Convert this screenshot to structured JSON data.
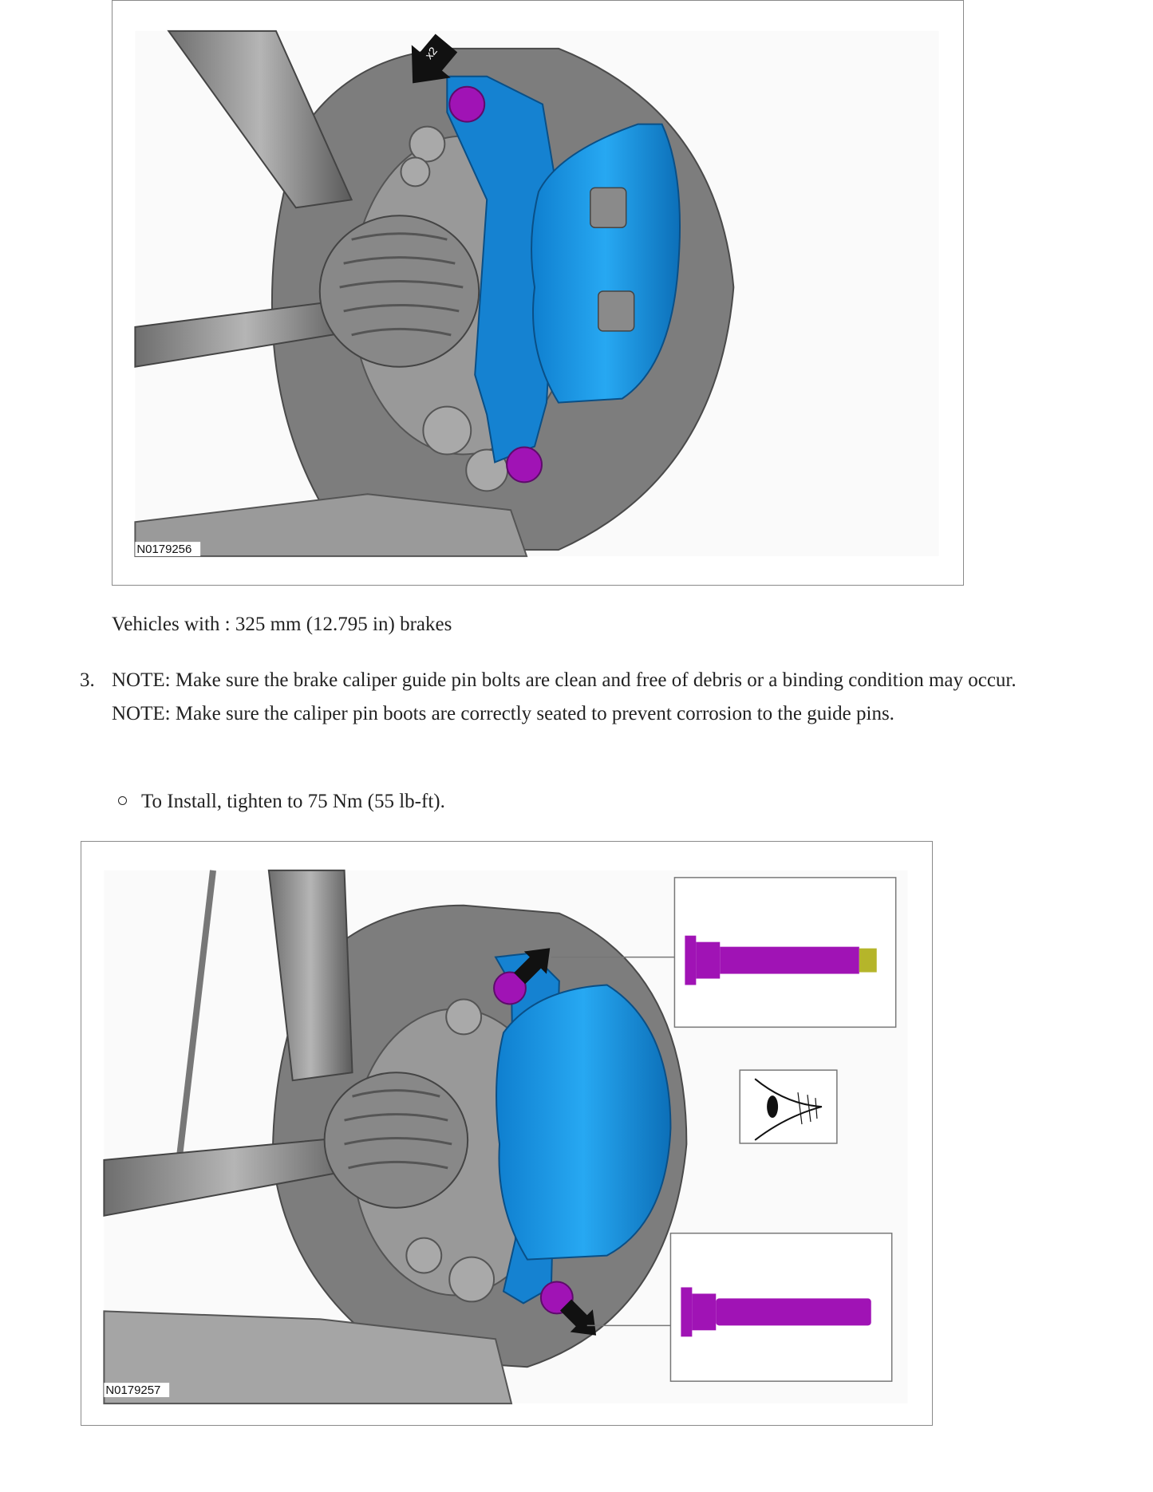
{
  "figure1": {
    "id_label": "N0179256",
    "arrow_label": "x2"
  },
  "caption": "Vehicles with : 325 mm (12.795 in) brakes",
  "step": {
    "number": "3.",
    "note1": "NOTE: Make sure the brake caliper guide pin bolts are clean and free of debris or a binding condition may occur.",
    "note2": "NOTE: Make sure the caliper pin boots are correctly seated to prevent corrosion to the guide pins.",
    "bullet": "To Install, tighten to 75 Nm (55 lb-ft)."
  },
  "figure2": {
    "id_label": "N0179257"
  },
  "colors": {
    "caliper": "#1a9be6",
    "bolt": "#a013b5",
    "metal": "#8e8e8e",
    "frame": "#8a8a8a"
  }
}
